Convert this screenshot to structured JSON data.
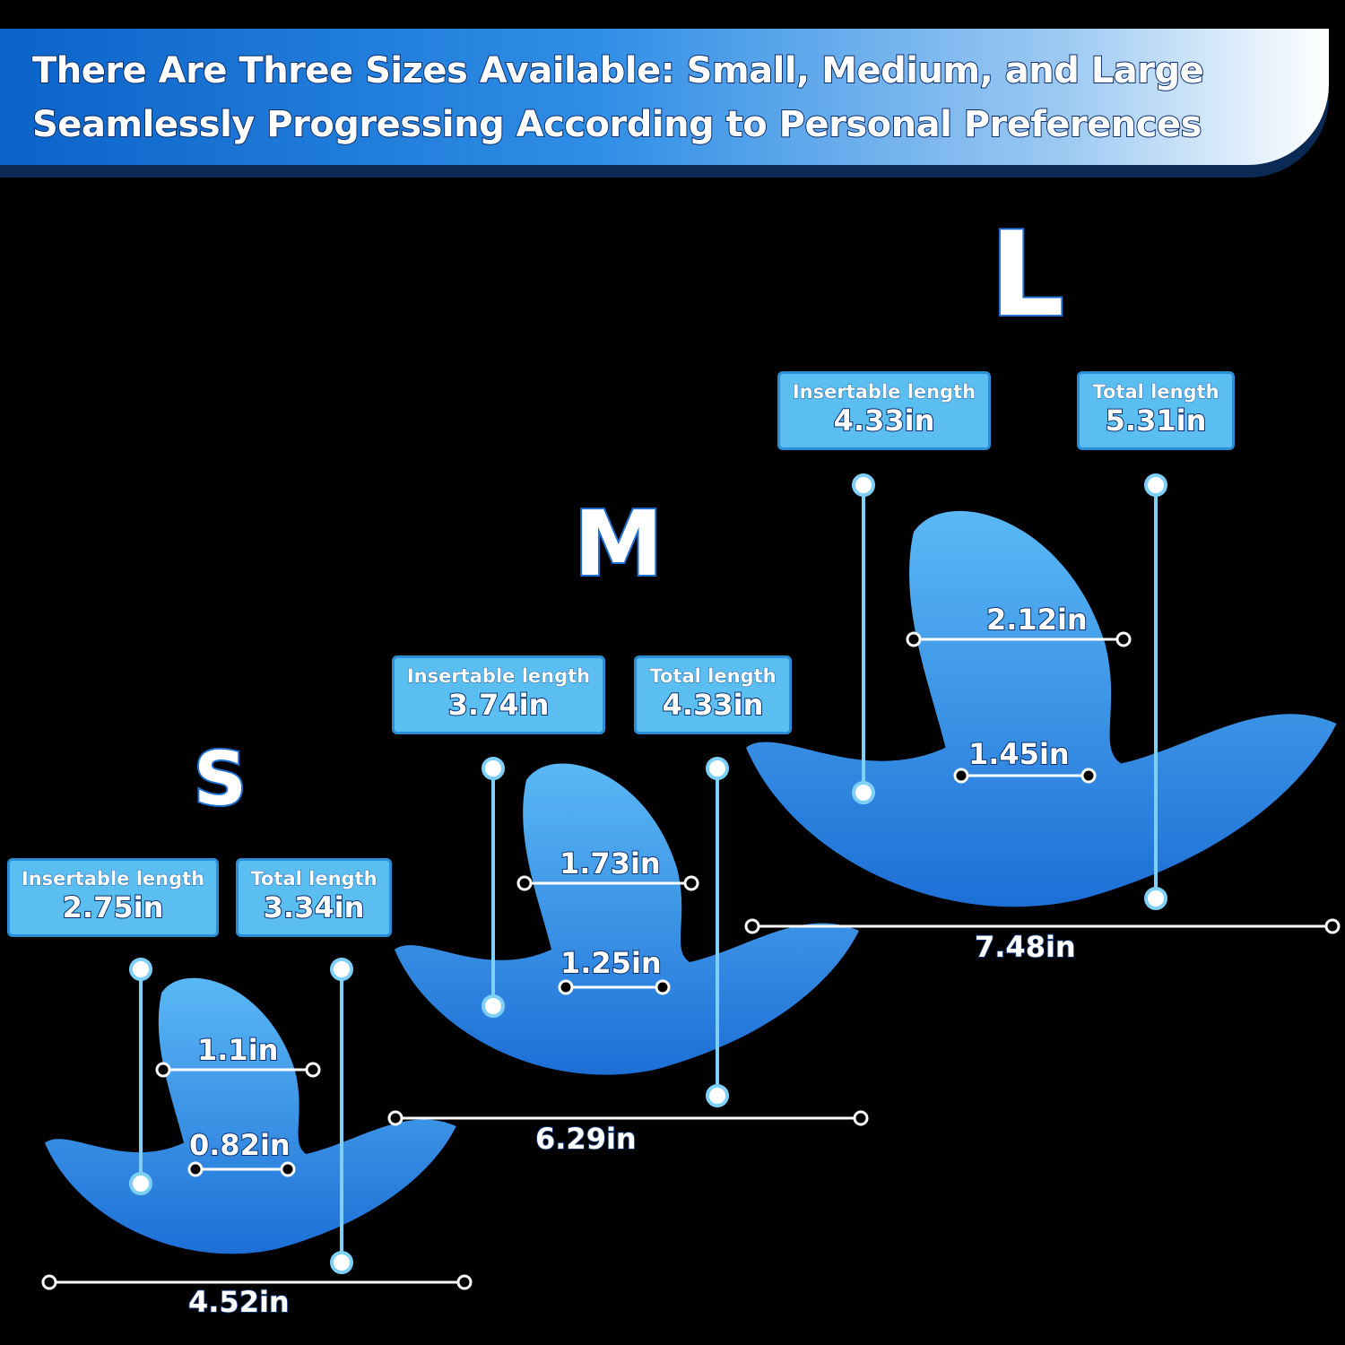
{
  "banner": {
    "line1": "There Are Three Sizes Available: Small, Medium, and Large",
    "line2": "Seamlessly Progressing According to Personal Preferences"
  },
  "colors": {
    "accent": "#5bbef0",
    "banner": "#0b63c9",
    "product": "#2f8ee6"
  },
  "sizes": [
    {
      "letter": "S",
      "insertable_label": "Insertable length",
      "insertable": "2.75in",
      "total_label": "Total length",
      "total": "3.34in",
      "upper_width": "1.1in",
      "neck_width": "0.82in",
      "base_width": "4.52in"
    },
    {
      "letter": "M",
      "insertable_label": "Insertable length",
      "insertable": "3.74in",
      "total_label": "Total length",
      "total": "4.33in",
      "upper_width": "1.73in",
      "neck_width": "1.25in",
      "base_width": "6.29in"
    },
    {
      "letter": "L",
      "insertable_label": "Insertable length",
      "insertable": "4.33in",
      "total_label": "Total length",
      "total": "5.31in",
      "upper_width": "2.12in",
      "neck_width": "1.45in",
      "base_width": "7.48in"
    }
  ]
}
